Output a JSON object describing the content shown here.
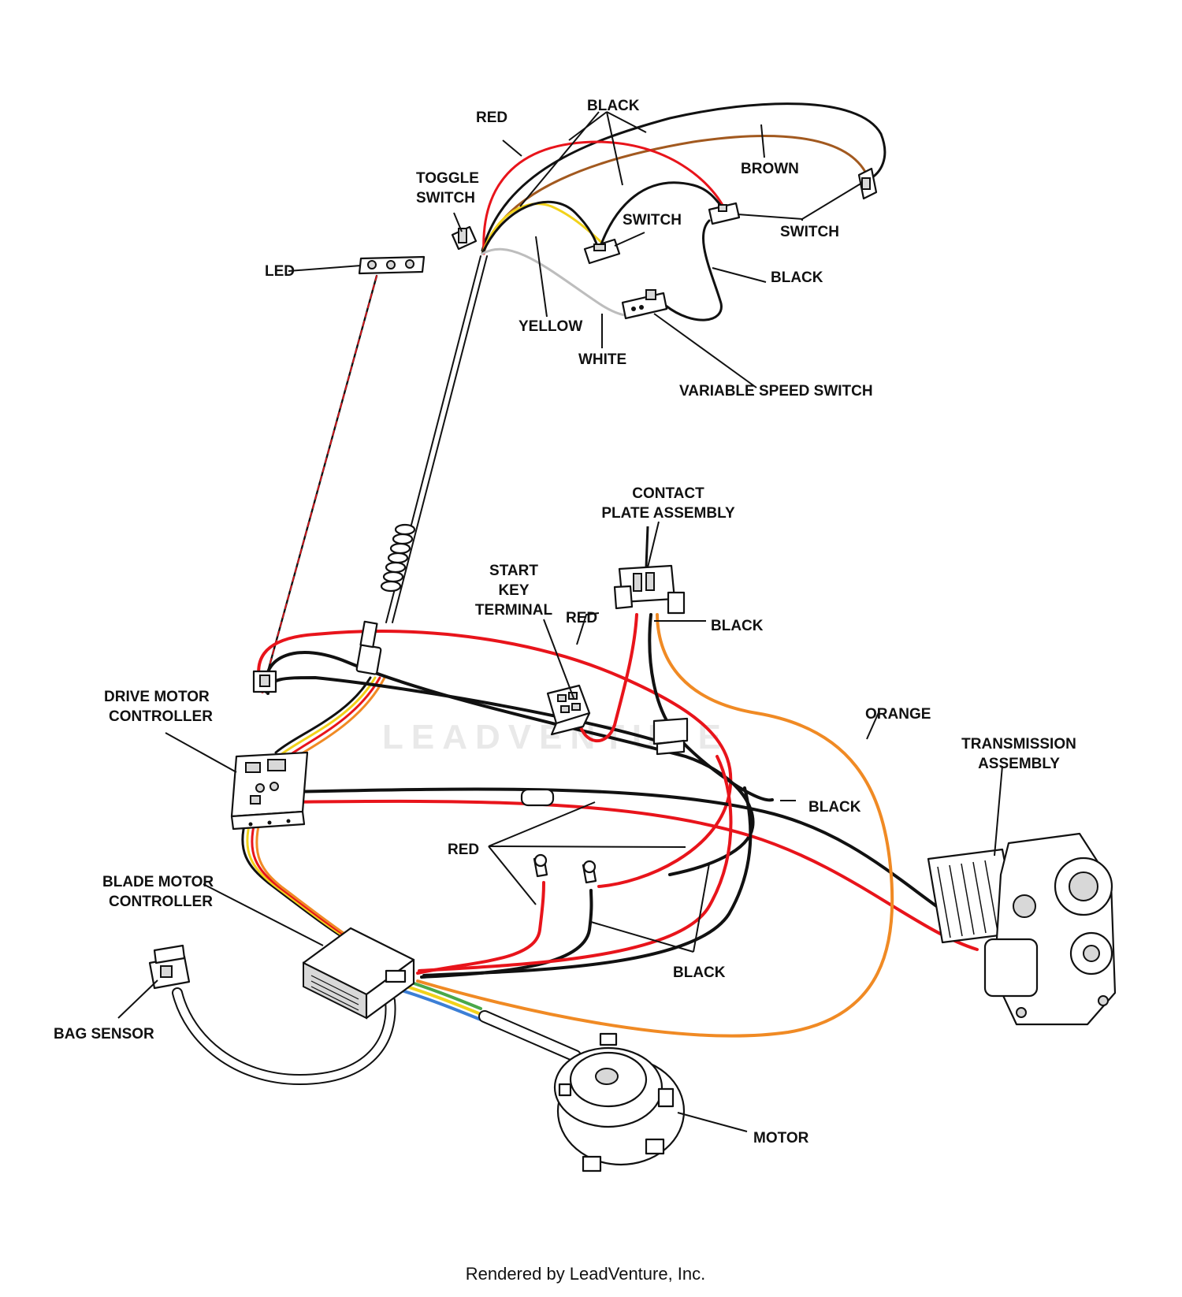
{
  "diagram": {
    "labels": {
      "red_top": "RED",
      "black_top": "BLACK",
      "brown": "BROWN",
      "toggle_switch": "TOGGLE\nSWITCH",
      "switch_mid": "SWITCH",
      "switch_right": "SWITCH",
      "black_right": "BLACK",
      "led": "LED",
      "yellow": "YELLOW",
      "white": "WHITE",
      "variable_speed_switch": "VARIABLE SPEED SWITCH",
      "contact_plate_assembly": "CONTACT\nPLATE ASSEMBLY",
      "start_key_terminal": "START\nKEY\nTERMINAL",
      "red_key": "RED",
      "black_contact": "BLACK",
      "orange": "ORANGE",
      "drive_motor_controller": "DRIVE MOTOR\nCONTROLLER",
      "transmission_assembly": "TRANSMISSION\nASSEMBLY",
      "black_loop": "BLACK",
      "red_center": "RED",
      "blade_motor_controller": "BLADE MOTOR\nCONTROLLER",
      "black_bottom": "BLACK",
      "bag_sensor": "BAG SENSOR",
      "motor": "MOTOR"
    },
    "watermark": "LEADVENTURE",
    "footer": "Rendered by LeadVenture, Inc.",
    "wire_colors": {
      "red": "#e8141b",
      "black": "#111111",
      "brown": "#a2591f",
      "yellow": "#f2d21a",
      "white": "#bdbdbd",
      "orange": "#f08a24",
      "green": "#49a84a",
      "blue": "#3c7fd6"
    }
  }
}
